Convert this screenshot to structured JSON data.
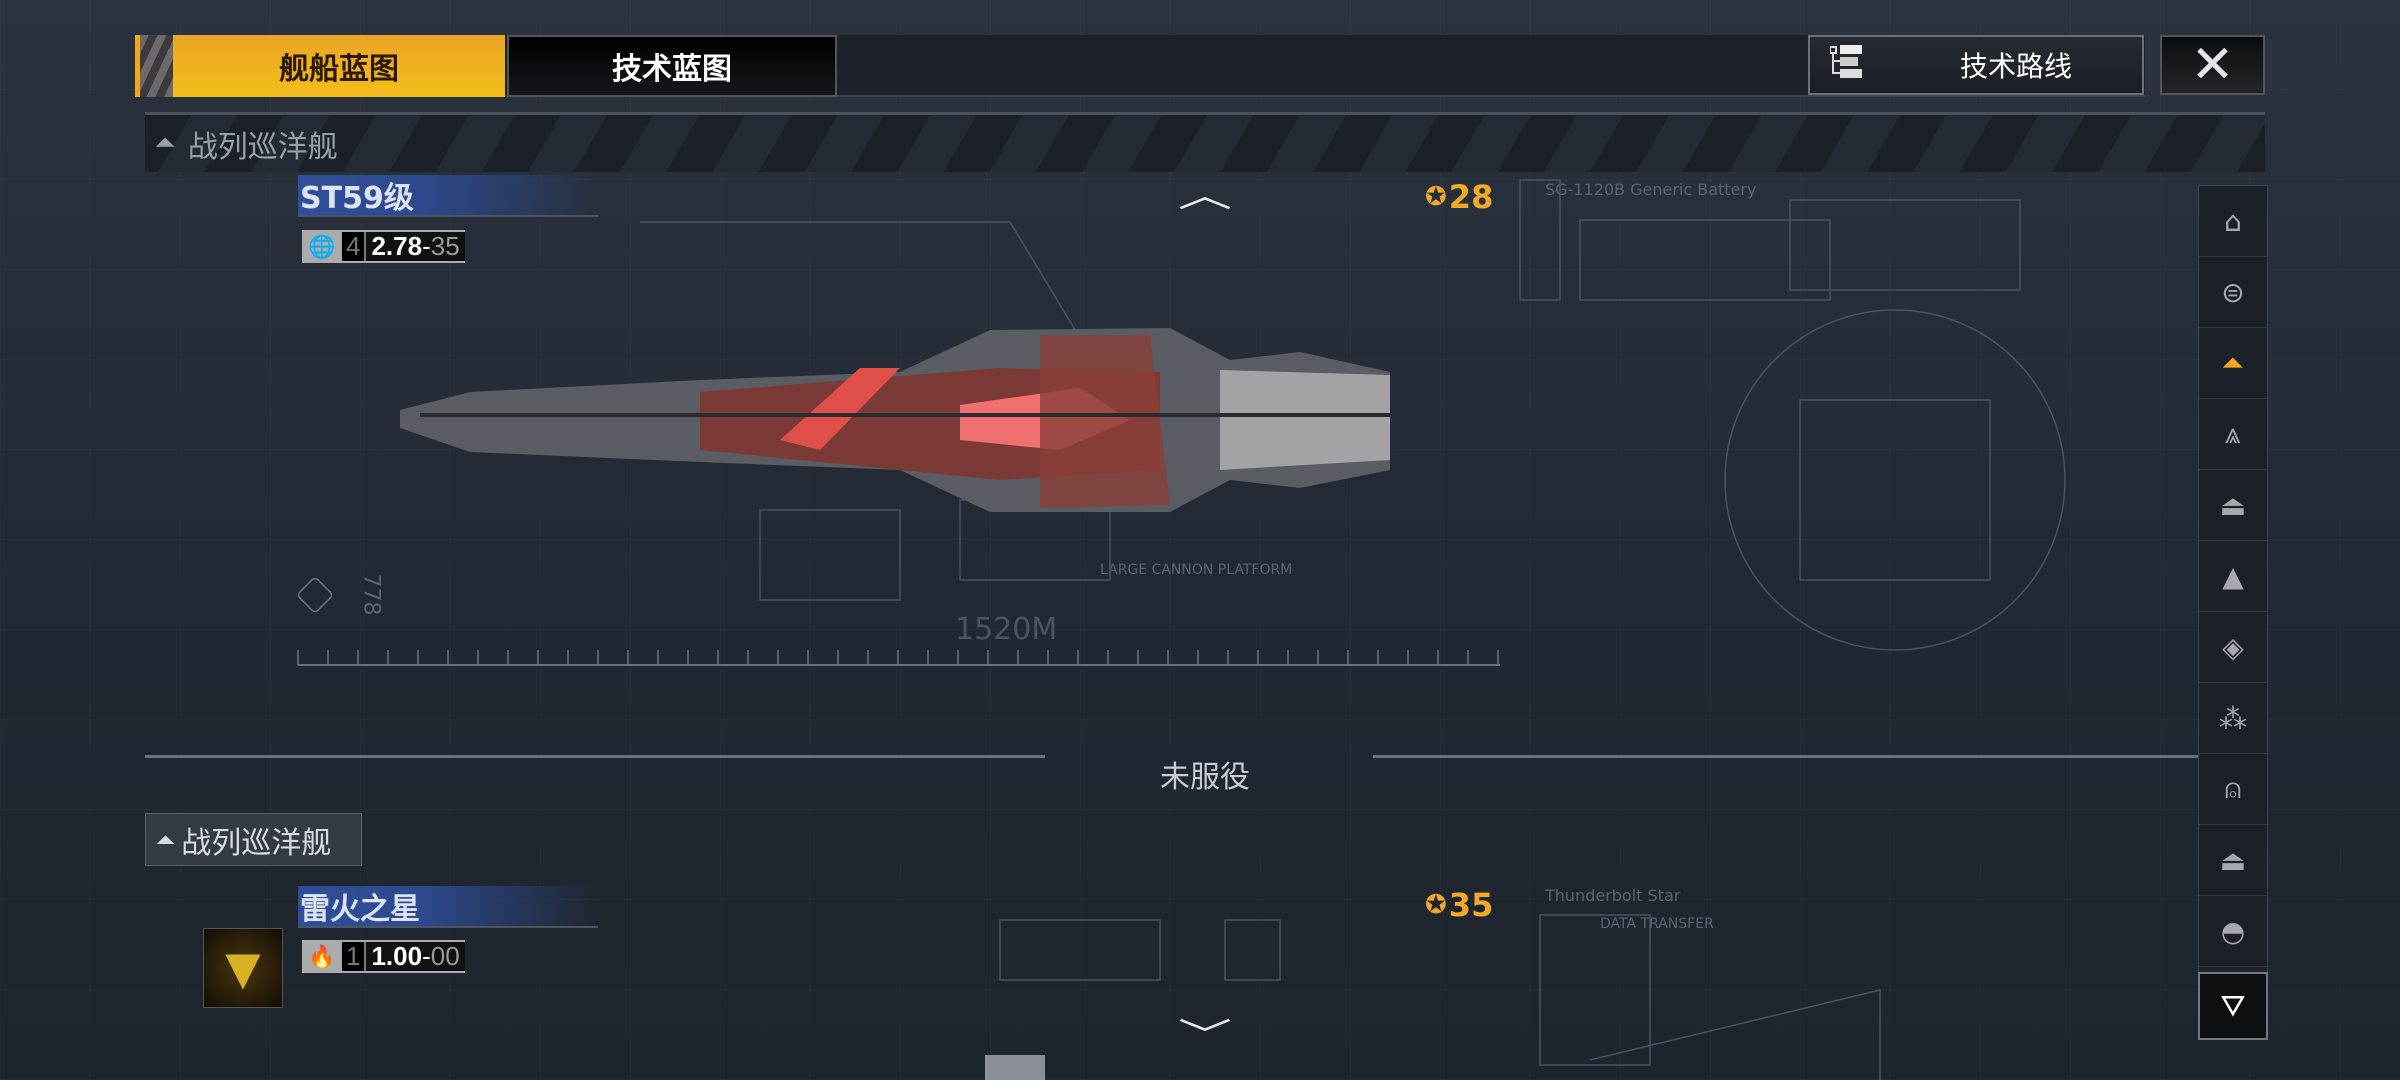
{
  "tabs": [
    {
      "label": "舰船蓝图",
      "active": true
    },
    {
      "label": "技术蓝图",
      "active": false
    }
  ],
  "tech_route_label": "技术路线",
  "close_icon": "close-x-icon",
  "colors": {
    "accent": "#f0a81a",
    "ship_name_bg": "#2f4f9a",
    "rating": "#f1a927"
  },
  "sections": [
    {
      "category": "战列巡洋舰",
      "ship": {
        "name": "ST59级",
        "stat_icon": "globe-icon",
        "stat_tier": "4",
        "stat_value_main": "2.78",
        "stat_value_sub": "35",
        "rating": "28",
        "blueprint_title": "SG-1120B Generic Battery",
        "labels": [
          "1520M",
          "LARGE CANNON PLATFORM",
          "778"
        ]
      }
    },
    {
      "category": "战列巡洋舰",
      "ship": {
        "name": "雷火之星",
        "stat_icon": "flame-icon",
        "stat_tier": "1",
        "stat_value_main": "1.00",
        "stat_value_sub": "00",
        "rating": "35",
        "blueprint_title": "Thunderbolt Star",
        "labels": [
          "DATA TRANSFER"
        ]
      }
    }
  ],
  "divider_label": "未服役",
  "sidebar_icons": [
    "carrier",
    "battleship",
    "battlecruiser",
    "cruiser",
    "destroyer",
    "frigate",
    "corvette",
    "fighter-squad",
    "auxiliary",
    "support",
    "all-other"
  ],
  "sidebar_active_index": 2
}
